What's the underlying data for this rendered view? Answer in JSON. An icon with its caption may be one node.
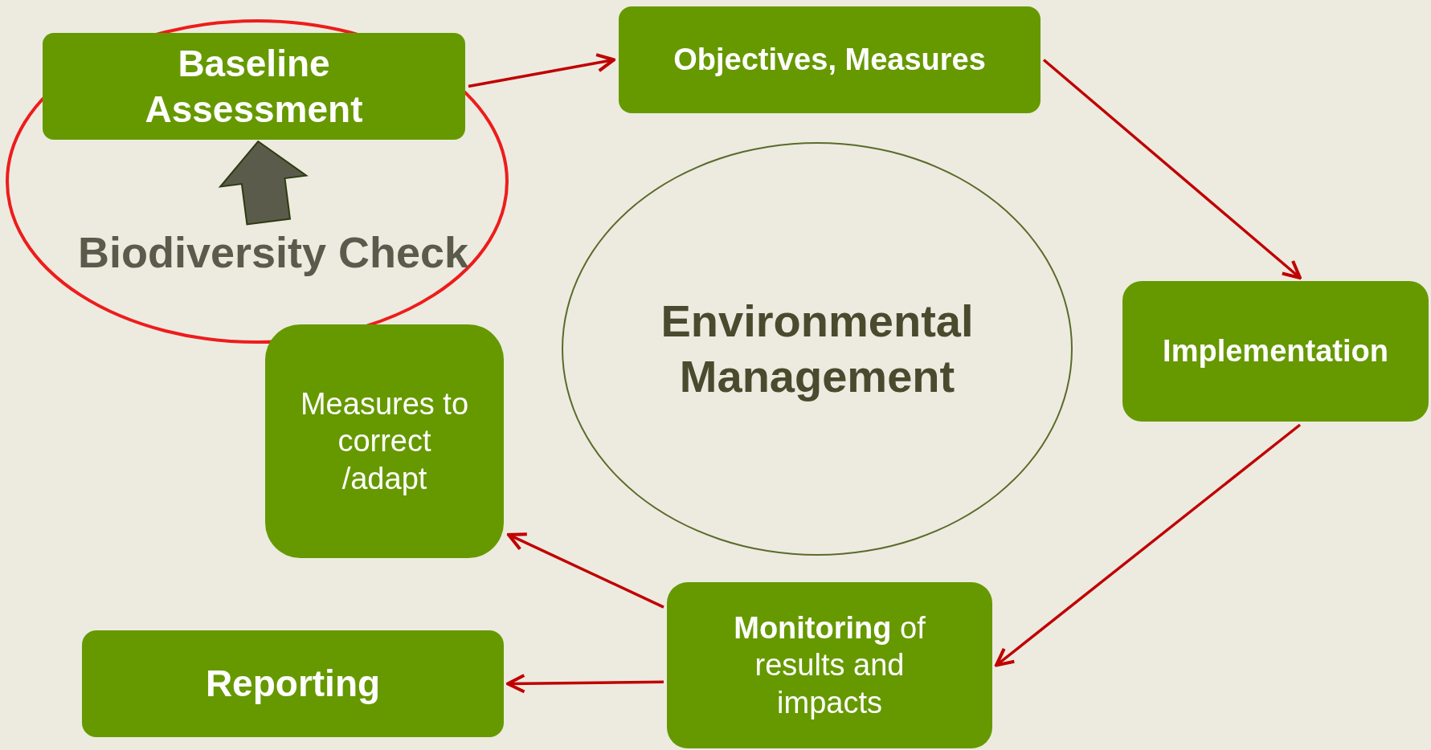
{
  "diagram": {
    "nodes": [
      {
        "text": [
          "Baseline Assessment"
        ]
      },
      {
        "text": [
          "Objectives, Measures"
        ]
      },
      {
        "text": [
          "Implementation"
        ]
      },
      {
        "text": [
          "**Monitoring** of results and impacts"
        ]
      },
      {
        "text": [
          "Reporting"
        ]
      },
      {
        "text": [
          "Measures to correct /adapt"
        ]
      },
      {
        "text": [
          "Environmental Management"
        ]
      },
      {
        "text": [
          "Biodiversity Check"
        ]
      }
    ],
    "edges": [
      {
        "from": 0,
        "to": 1,
        "arrow": "to"
      },
      {
        "from": 1,
        "to": 2,
        "arrow": "to"
      },
      {
        "from": 2,
        "to": 3,
        "arrow": "to"
      },
      {
        "from": 3,
        "to": 4,
        "arrow": "to"
      },
      {
        "from": 3,
        "to": 5,
        "arrow": "to"
      },
      {
        "from": 7,
        "to": 0,
        "arrow": "to",
        "style": "thick",
        "color": "#5b5b4b"
      }
    ]
  }
}
